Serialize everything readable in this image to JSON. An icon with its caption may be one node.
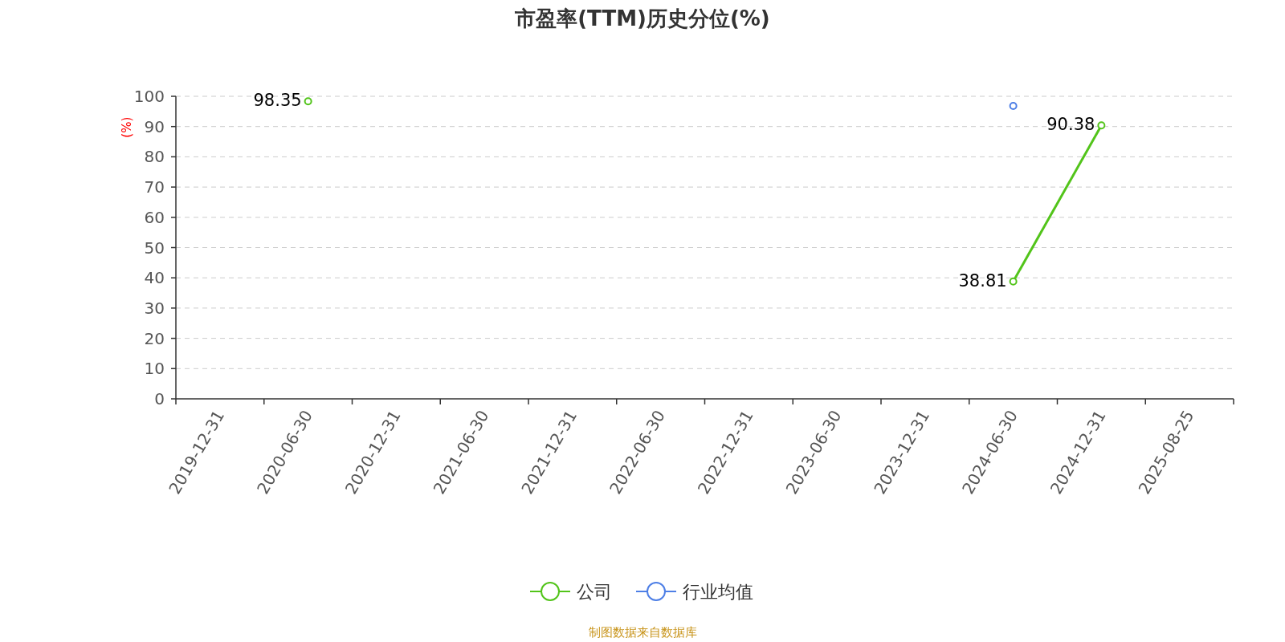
{
  "diagram": {
    "title": "市盈率(TTM)历史分位(%)",
    "caption": "制图数据来自数据库",
    "chart_data": {
      "type": "line",
      "ylabel": "(%)",
      "categories": [
        "2019-12-31",
        "2020-06-30",
        "2020-12-31",
        "2021-06-30",
        "2021-12-31",
        "2022-06-30",
        "2022-12-31",
        "2023-06-30",
        "2023-12-31",
        "2024-06-30",
        "2024-12-31",
        "2025-08-25"
      ],
      "series": [
        {
          "name": "公司",
          "color": "#52c41a",
          "marker": "circle",
          "values": [
            null,
            98.35,
            null,
            null,
            null,
            null,
            null,
            null,
            null,
            38.81,
            90.38,
            null
          ],
          "value_labels": [
            null,
            "98.35",
            null,
            null,
            null,
            null,
            null,
            null,
            null,
            "38.81",
            "90.38",
            null
          ]
        },
        {
          "name": "行业均值",
          "color": "#4e7fe6",
          "marker": "circle",
          "values": [
            null,
            null,
            null,
            null,
            null,
            null,
            null,
            null,
            null,
            96.8,
            null,
            null
          ]
        }
      ],
      "ylim": [
        0,
        100
      ],
      "yticks": [
        0,
        10,
        20,
        30,
        40,
        50,
        60,
        70,
        80,
        90,
        100
      ],
      "grid": true,
      "legend": "bottom"
    }
  }
}
